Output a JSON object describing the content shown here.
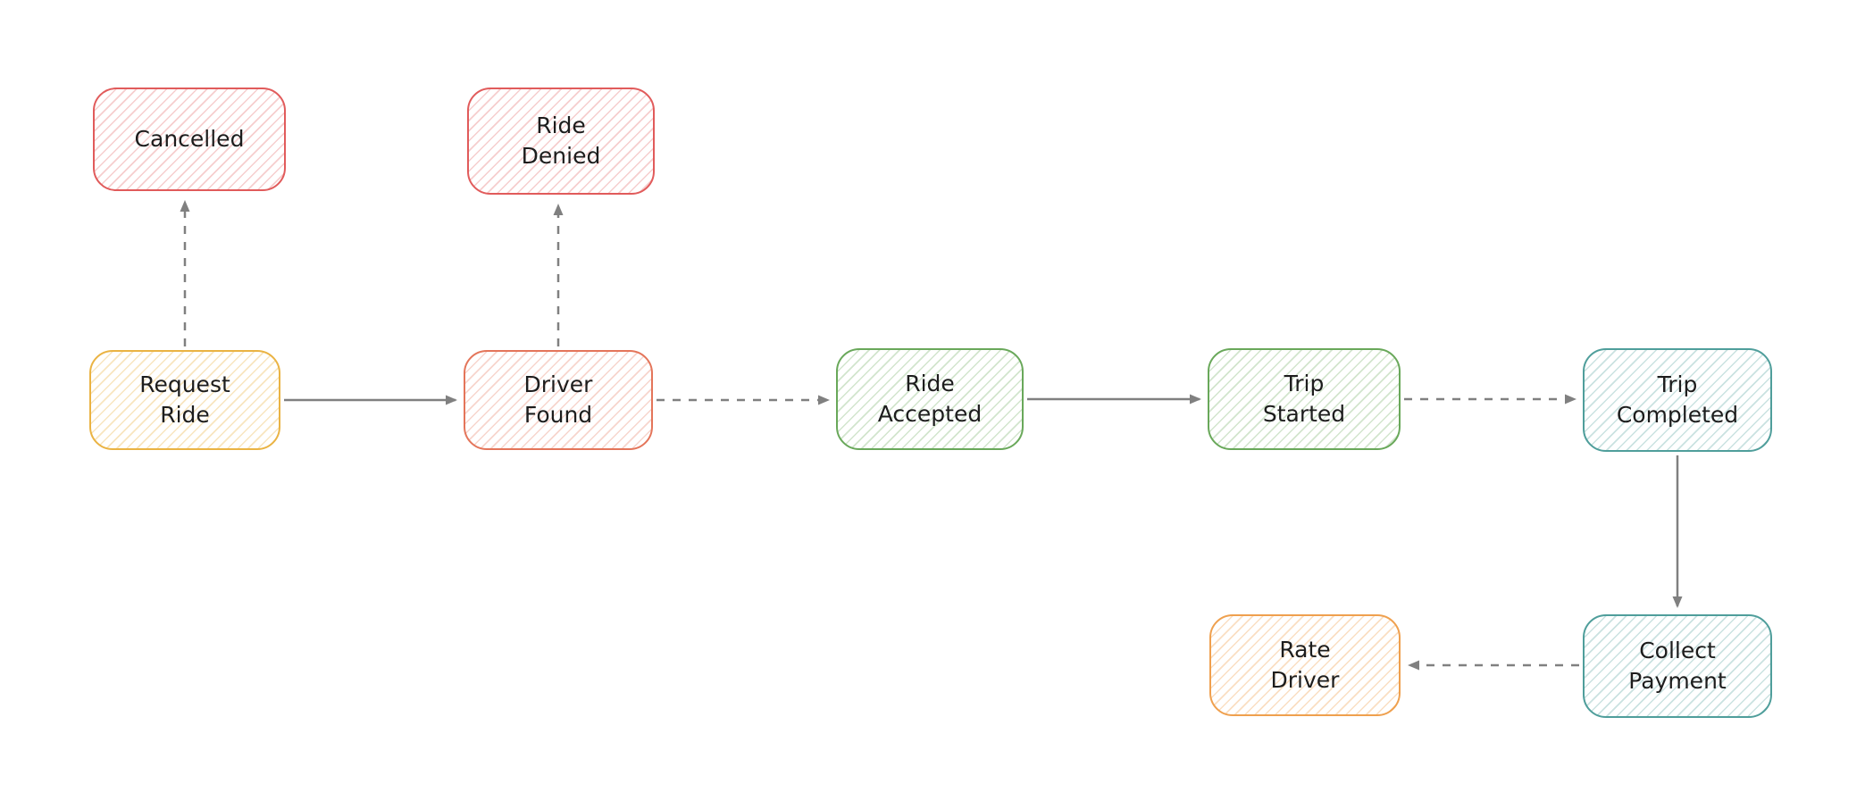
{
  "diagram": {
    "type": "flowchart",
    "style": "hand-drawn",
    "background_color": "#ffffff",
    "edge_color": "#808080",
    "text_color": "#1d1d1d",
    "nodes": [
      {
        "id": "cancelled",
        "label": "Cancelled",
        "color": "#e15b5b",
        "fill": "red-hatch"
      },
      {
        "id": "ride-denied",
        "label": "Ride\nDenied",
        "color": "#e15b5b",
        "fill": "red-hatch"
      },
      {
        "id": "request-ride",
        "label": "Request\nRide",
        "color": "#eab343",
        "fill": "yellow-hatch"
      },
      {
        "id": "driver-found",
        "label": "Driver\nFound",
        "color": "#e4755a",
        "fill": "orange-red-hatch"
      },
      {
        "id": "ride-accepted",
        "label": "Ride\nAccepted",
        "color": "#69a85a",
        "fill": "green-hatch"
      },
      {
        "id": "trip-started",
        "label": "Trip\nStarted",
        "color": "#69a85a",
        "fill": "green-hatch"
      },
      {
        "id": "trip-completed",
        "label": "Trip\nCompleted",
        "color": "#4f9e9b",
        "fill": "teal-hatch"
      },
      {
        "id": "collect-payment",
        "label": "Collect\nPayment",
        "color": "#4f9e9b",
        "fill": "teal-hatch"
      },
      {
        "id": "rate-driver",
        "label": "Rate\nDriver",
        "color": "#efa04e",
        "fill": "orange-hatch"
      }
    ],
    "edges": [
      {
        "from": "request-ride",
        "to": "cancelled",
        "line": "dashed",
        "direction": "up"
      },
      {
        "from": "driver-found",
        "to": "ride-denied",
        "line": "dashed",
        "direction": "up"
      },
      {
        "from": "request-ride",
        "to": "driver-found",
        "line": "solid",
        "direction": "right"
      },
      {
        "from": "driver-found",
        "to": "ride-accepted",
        "line": "dashed",
        "direction": "right"
      },
      {
        "from": "ride-accepted",
        "to": "trip-started",
        "line": "solid",
        "direction": "right"
      },
      {
        "from": "trip-started",
        "to": "trip-completed",
        "line": "dashed",
        "direction": "right"
      },
      {
        "from": "trip-completed",
        "to": "collect-payment",
        "line": "solid",
        "direction": "down"
      },
      {
        "from": "collect-payment",
        "to": "rate-driver",
        "line": "dashed",
        "direction": "left"
      }
    ]
  }
}
